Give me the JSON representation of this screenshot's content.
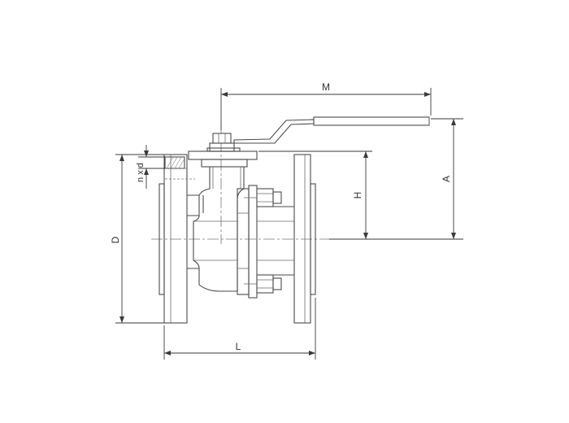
{
  "dimensions": {
    "M": "M",
    "A": "A",
    "H": "H",
    "D": "D",
    "L": "L",
    "nxd": "n x d"
  }
}
